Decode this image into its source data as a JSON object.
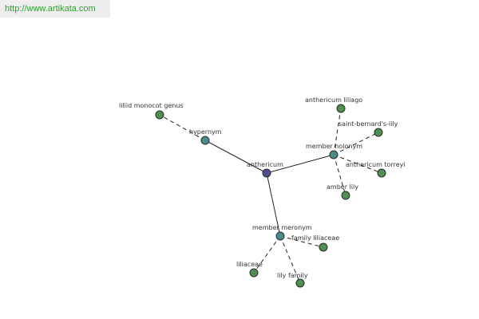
{
  "banner": {
    "url_text": "http://www.artikata.com"
  },
  "colors": {
    "center_node": "#4a4f8f",
    "relation_node": "#4a8c8c",
    "leaf_node": "#4f8f4f",
    "node_stroke": "#2a2a2a"
  },
  "graph": {
    "center": {
      "id": "anthericum",
      "label": "anthericum"
    },
    "relations": [
      {
        "id": "hypernym",
        "label": "hypernym"
      },
      {
        "id": "member-holonym",
        "label": "member holonym"
      },
      {
        "id": "member-meronym",
        "label": "member meronym"
      }
    ],
    "leaves": [
      {
        "id": "liliid-monocot-genus",
        "label": "liliid monocot genus",
        "parent": "hypernym"
      },
      {
        "id": "anthericum-liliago",
        "label": "anthericum liliago",
        "parent": "member-holonym"
      },
      {
        "id": "saint-bernards-lily",
        "label": "saint-bernard's-lily",
        "parent": "member-holonym"
      },
      {
        "id": "anthericum-torreyi",
        "label": "anthericum torreyi",
        "parent": "member-holonym"
      },
      {
        "id": "amber-lily",
        "label": "amber lily",
        "parent": "member-holonym"
      },
      {
        "id": "family-liliaceae",
        "label": "family liliaceae",
        "parent": "member-meronym"
      },
      {
        "id": "liliaceae",
        "label": "liliaceae",
        "parent": "member-meronym"
      },
      {
        "id": "lily-family",
        "label": "lily family",
        "parent": "member-meronym"
      }
    ]
  }
}
